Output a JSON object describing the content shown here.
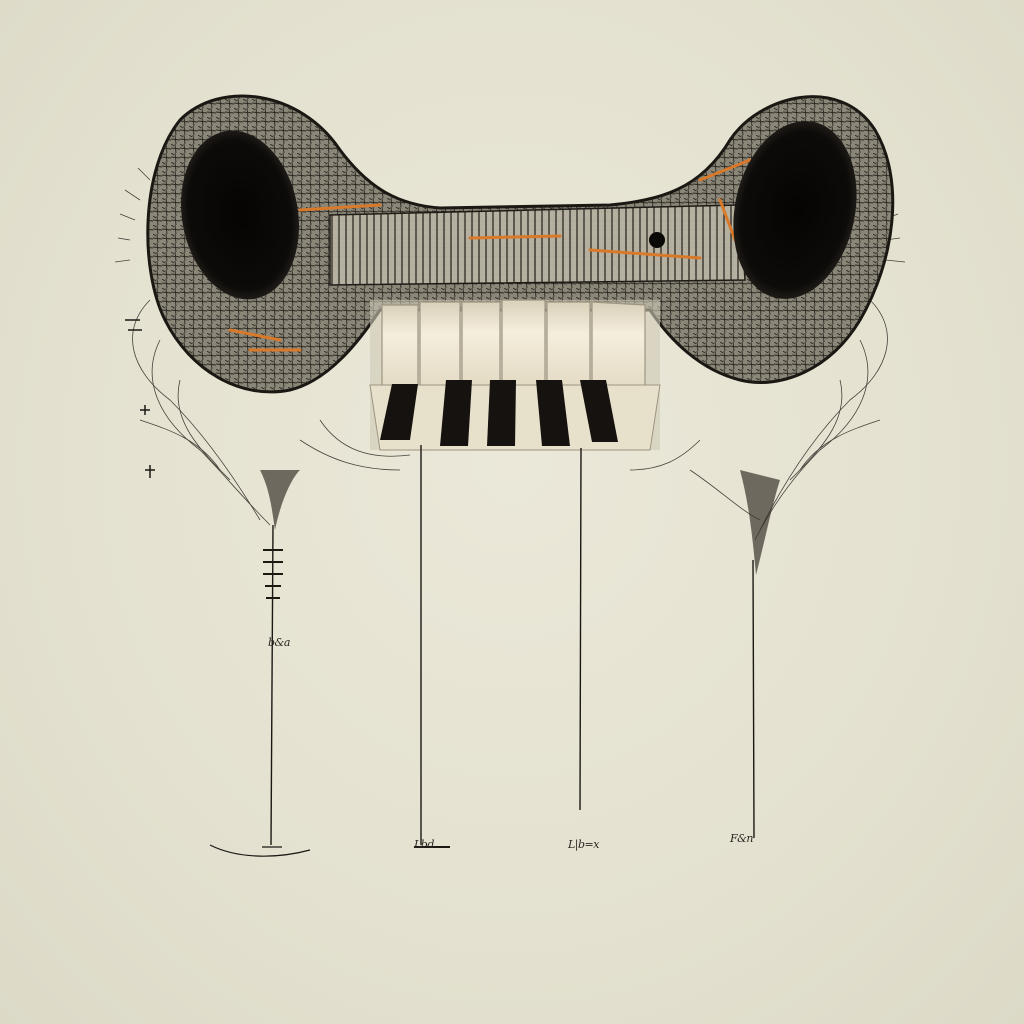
{
  "artwork": {
    "palette": {
      "paper": "#e6e3d3",
      "ink": "#1b1814",
      "shell": "#6e6a5e",
      "accent_orange": "#d9792a",
      "tooth": "#f1ead7",
      "black_key": "#15120f"
    },
    "tooth_count": 6,
    "black_key_count": 5,
    "hanging_threads": 4,
    "scribbles": [
      "b&a",
      "Lbd",
      "L|b=x",
      "F&n"
    ]
  }
}
